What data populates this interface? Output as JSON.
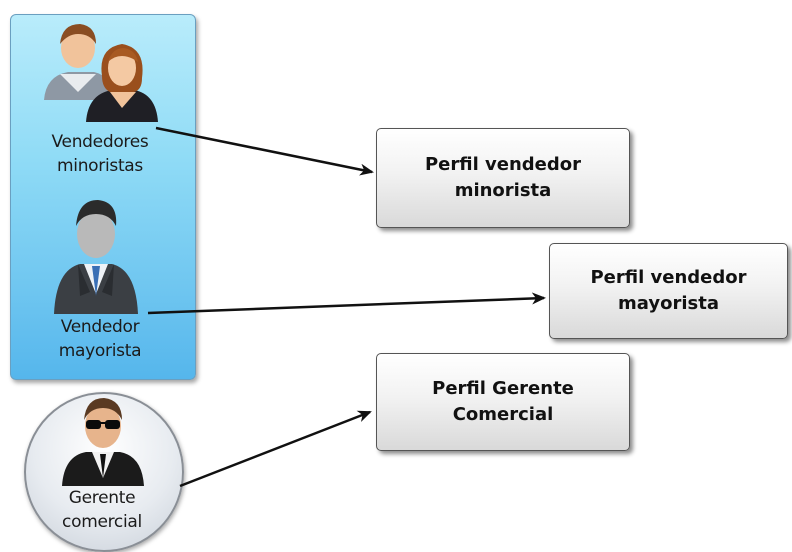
{
  "roles": {
    "retail": {
      "line1": "Vendedores",
      "line2": "minoristas"
    },
    "wholesale": {
      "line1": "Vendedor",
      "line2": "mayorista"
    },
    "manager": {
      "line1": "Gerente",
      "line2": "comercial"
    }
  },
  "profiles": {
    "retail": {
      "line1": "Perfil vendedor",
      "line2": "minorista"
    },
    "wholesale": {
      "line1": "Perfil vendedor",
      "line2": "mayorista"
    },
    "manager": {
      "line1": "Perfil Gerente",
      "line2": "Comercial"
    }
  }
}
